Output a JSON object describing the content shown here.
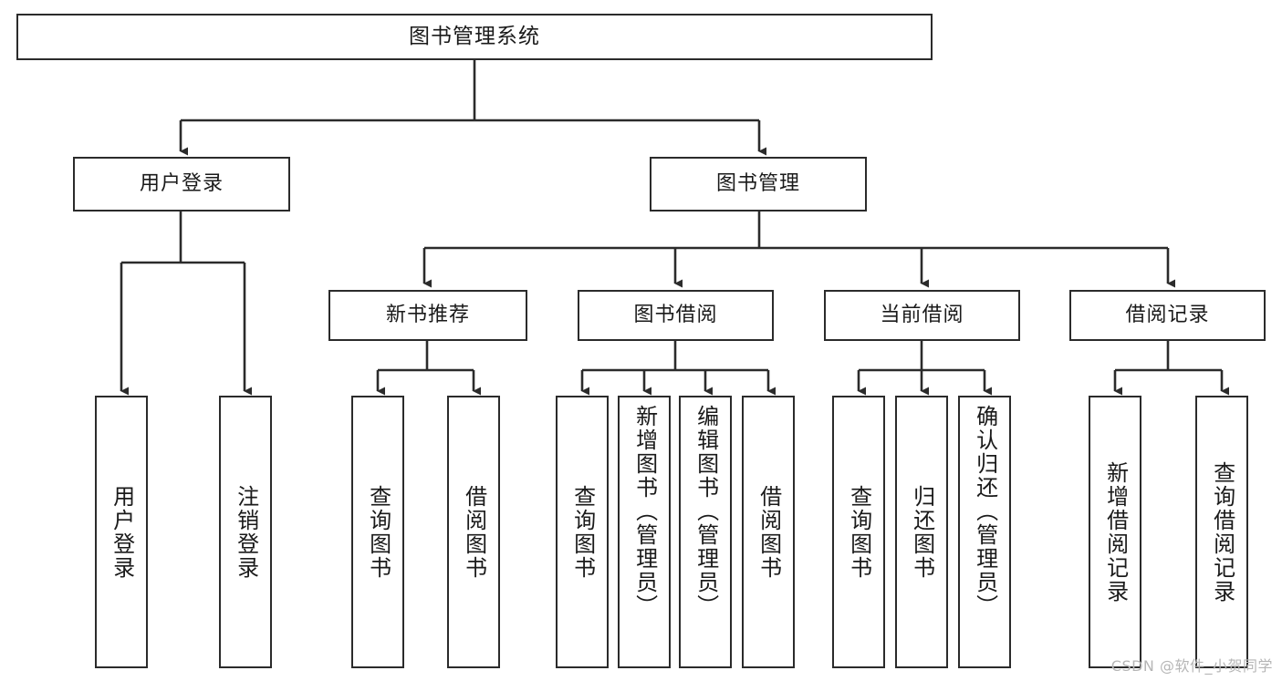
{
  "diagram": {
    "type": "tree",
    "title": "图书管理系统",
    "orientation": "top-down",
    "colors": {
      "background": "#ffffff",
      "node_border": "#2b2b2b",
      "node_fill": "#ffffff",
      "connector": "#2b2b2b",
      "text": "#1a1a1a",
      "watermark": "#b6b6b6"
    },
    "levels": {
      "root": "图书管理系统",
      "level2": [
        "用户登录",
        "图书管理"
      ],
      "level3": [
        "新书推荐",
        "图书借阅",
        "当前借阅",
        "借阅记录"
      ]
    }
  },
  "nodes": {
    "root": {
      "label": "图书管理系统"
    },
    "user_login": {
      "label": "用户登录"
    },
    "book_manage": {
      "label": "图书管理"
    },
    "new_book_rec": {
      "label": "新书推荐"
    },
    "book_borrow": {
      "label": "图书借阅"
    },
    "current_borrow": {
      "label": "当前借阅"
    },
    "borrow_record": {
      "label": "借阅记录"
    },
    "leaf_user_login": {
      "label": "用户登录"
    },
    "leaf_user_logout": {
      "label": "注销登录"
    },
    "leaf_query_book_a": {
      "label": "查询图书"
    },
    "leaf_borrow_book_a": {
      "label": "借阅图书"
    },
    "leaf_query_book_b": {
      "label": "查询图书"
    },
    "leaf_add_book": {
      "label": "新增图书（管理员）"
    },
    "leaf_edit_book": {
      "label": "编辑图书（管理员）"
    },
    "leaf_borrow_book_b": {
      "label": "借阅图书"
    },
    "leaf_query_book_c": {
      "label": "查询图书"
    },
    "leaf_return_book": {
      "label": "归还图书"
    },
    "leaf_confirm_return": {
      "label": "确认归还（管理员）"
    },
    "leaf_add_record": {
      "label": "新增借阅记录"
    },
    "leaf_query_record": {
      "label": "查询借阅记录"
    }
  },
  "watermark": {
    "text": "CSDN @软件_小贺同学"
  }
}
